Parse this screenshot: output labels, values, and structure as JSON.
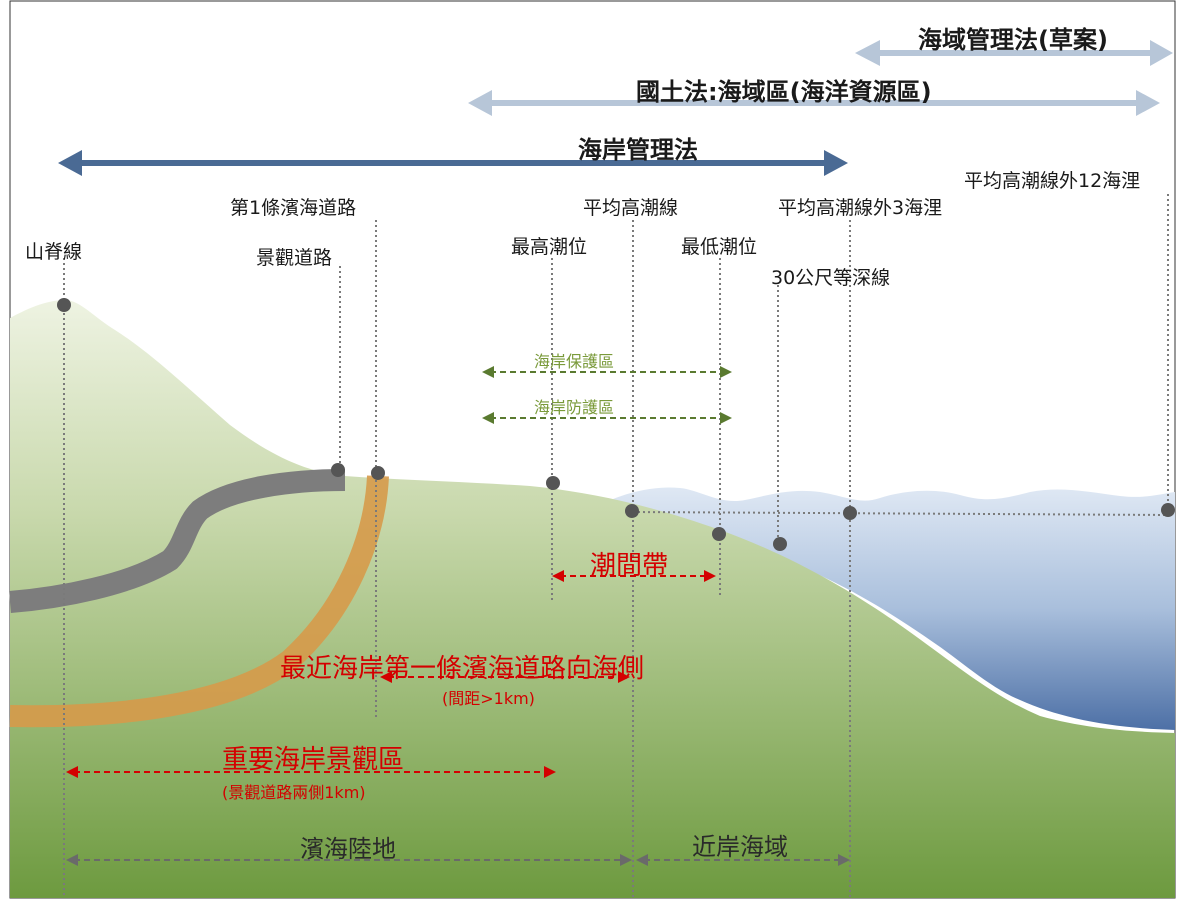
{
  "law_arrows": {
    "sea_area_management_act_draft": "海域管理法(草案)",
    "national_land_act": "國土法:海域區(海洋資源區)",
    "coastal_management_act": "海岸管理法"
  },
  "markers": {
    "ridge_line": "山脊線",
    "first_coastal_road": "第1條濱海道路",
    "scenic_road": "景觀道路",
    "highest_tide": "最高潮位",
    "mean_high_tide": "平均高潮線",
    "lowest_tide": "最低潮位",
    "three_nm": "平均高潮線外3海浬",
    "depth_30m": "30公尺等深線",
    "twelve_nm": "平均高潮線外12海浬"
  },
  "zones": {
    "coastal_protection": "海岸保護區",
    "coastal_defense": "海岸防護區",
    "intertidal": "潮間帶",
    "road_seaward": "最近海岸第一條濱海道路向海側",
    "road_seaward_note": "(間距>1km)",
    "scenic_area": "重要海岸景觀區",
    "scenic_area_note": "(景觀道路兩側1km)",
    "coastal_land": "濱海陸地",
    "nearshore_waters": "近岸海域"
  },
  "colors": {
    "coastal_act_arrow": "#4a6a94",
    "light_arrow": "#b7c6d8",
    "green_dash": "#5a7a30",
    "red_dash": "#d40000",
    "road_gray": "#7d7d7d",
    "road_orange": "#d69a4a"
  }
}
